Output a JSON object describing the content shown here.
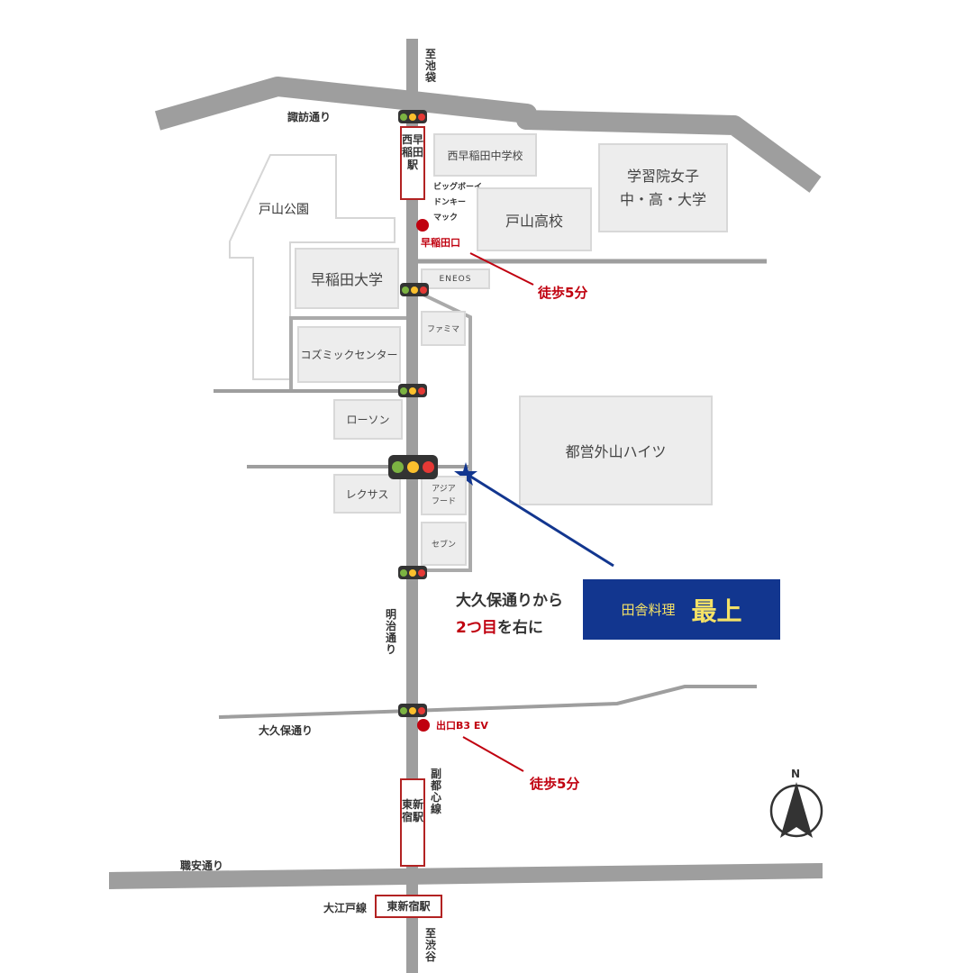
{
  "roads": {
    "suwa": "諏訪通り",
    "meiji": "明治通り",
    "okubo": "大久保通り",
    "shokuan": "職安通り"
  },
  "directions": {
    "north": "至池袋",
    "south": "至渋谷"
  },
  "stations": {
    "nishi_waseda": "西早稲田駅",
    "higashi_shinjuku": "東新宿駅",
    "higashi_shinjuku_oedo": "東新宿駅",
    "oedo_line": "大江戸線",
    "fukutoshin_line": "副都心線"
  },
  "exits": {
    "waseda_exit": "早稲田口",
    "b3_exit": "出口B3 EV",
    "walk_1": "徒歩5分",
    "walk_2": "徒歩5分"
  },
  "buildings": {
    "nishi_waseda_jhs": "西早稲田中学校",
    "gakushuin": [
      "学習院女子",
      "中・高・大学"
    ],
    "toyama_park": "戸山公園",
    "big_boy": [
      "ビッグボーイ",
      "ドンキー",
      "マック"
    ],
    "toyama_hs": "戸山高校",
    "waseda_univ": "早稲田大学",
    "eneos": "ENEOS",
    "familymart": "ファミマ",
    "cosmic_center": "コズミックセンター",
    "lawson": "ローソン",
    "toyama_heights": "都営外山ハイツ",
    "lexus": "レクサス",
    "asia_food": [
      "アジア",
      "フード"
    ],
    "seven": "セブン"
  },
  "route": {
    "line1": "大久保通りから",
    "line2_highlight": "2つ目",
    "line2_rest": "を右に"
  },
  "restaurant": {
    "subtitle": "田舎料理",
    "name": "最上"
  },
  "compass": {
    "north_label": "N"
  },
  "colors": {
    "road": "#9e9e9e",
    "accent_red": "#c0000f",
    "sign_blue": "#12368f",
    "sign_text": "#f5e266",
    "star": "#12368f"
  }
}
